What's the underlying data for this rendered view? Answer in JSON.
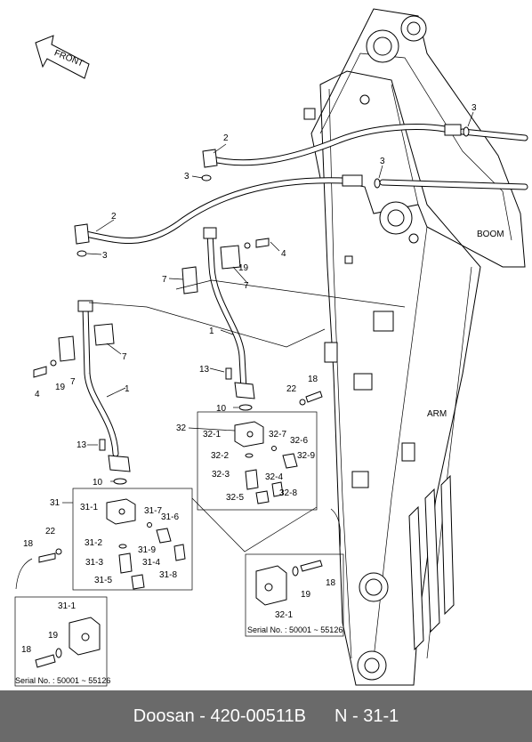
{
  "footer": {
    "left": "Doosan - 420-00511B",
    "right": "N - 31-1"
  },
  "direction_arrow": {
    "label": "FRONT"
  },
  "structure_labels": {
    "boom": "BOOM",
    "arm": "ARM"
  },
  "callouts": {
    "c1a": "1",
    "c1b": "1",
    "c2a": "2",
    "c2b": "2",
    "c3a": "3",
    "c3b": "3",
    "c3c": "3",
    "c3d": "3",
    "c4a": "4",
    "c4b": "4",
    "c7a": "7",
    "c7b": "7",
    "c7c": "7",
    "c7d": "7",
    "c10a": "10",
    "c10b": "10",
    "c13a": "13",
    "c13b": "13",
    "c18a": "18",
    "c18b": "18",
    "c18c": "18",
    "c18d": "18",
    "c19a": "19",
    "c19b": "19",
    "c19c": "19",
    "c19d": "19",
    "c22a": "22",
    "c22b": "22",
    "c31": "31",
    "c32": "32",
    "c32_1": "32-1",
    "c32_2": "32-2",
    "c32_3": "32-3",
    "c32_4": "32-4",
    "c32_5": "32-5",
    "c32_6": "32-6",
    "c32_7": "32-7",
    "c32_8": "32-8",
    "c32_9": "32-9",
    "c31_1": "31-1",
    "c31_2": "31-2",
    "c31_3": "31-3",
    "c31_4": "31-4",
    "c31_5": "31-5",
    "c31_6": "31-6",
    "c31_7": "31-7",
    "c31_8": "31-8",
    "c31_9": "31-9",
    "c32_1b": "32-1",
    "c31_1b": "31-1"
  },
  "serial_notes": {
    "right": "Serial No. : 50001 ~ 55126",
    "left": "Serial No. : 50001 ~ 55126"
  }
}
